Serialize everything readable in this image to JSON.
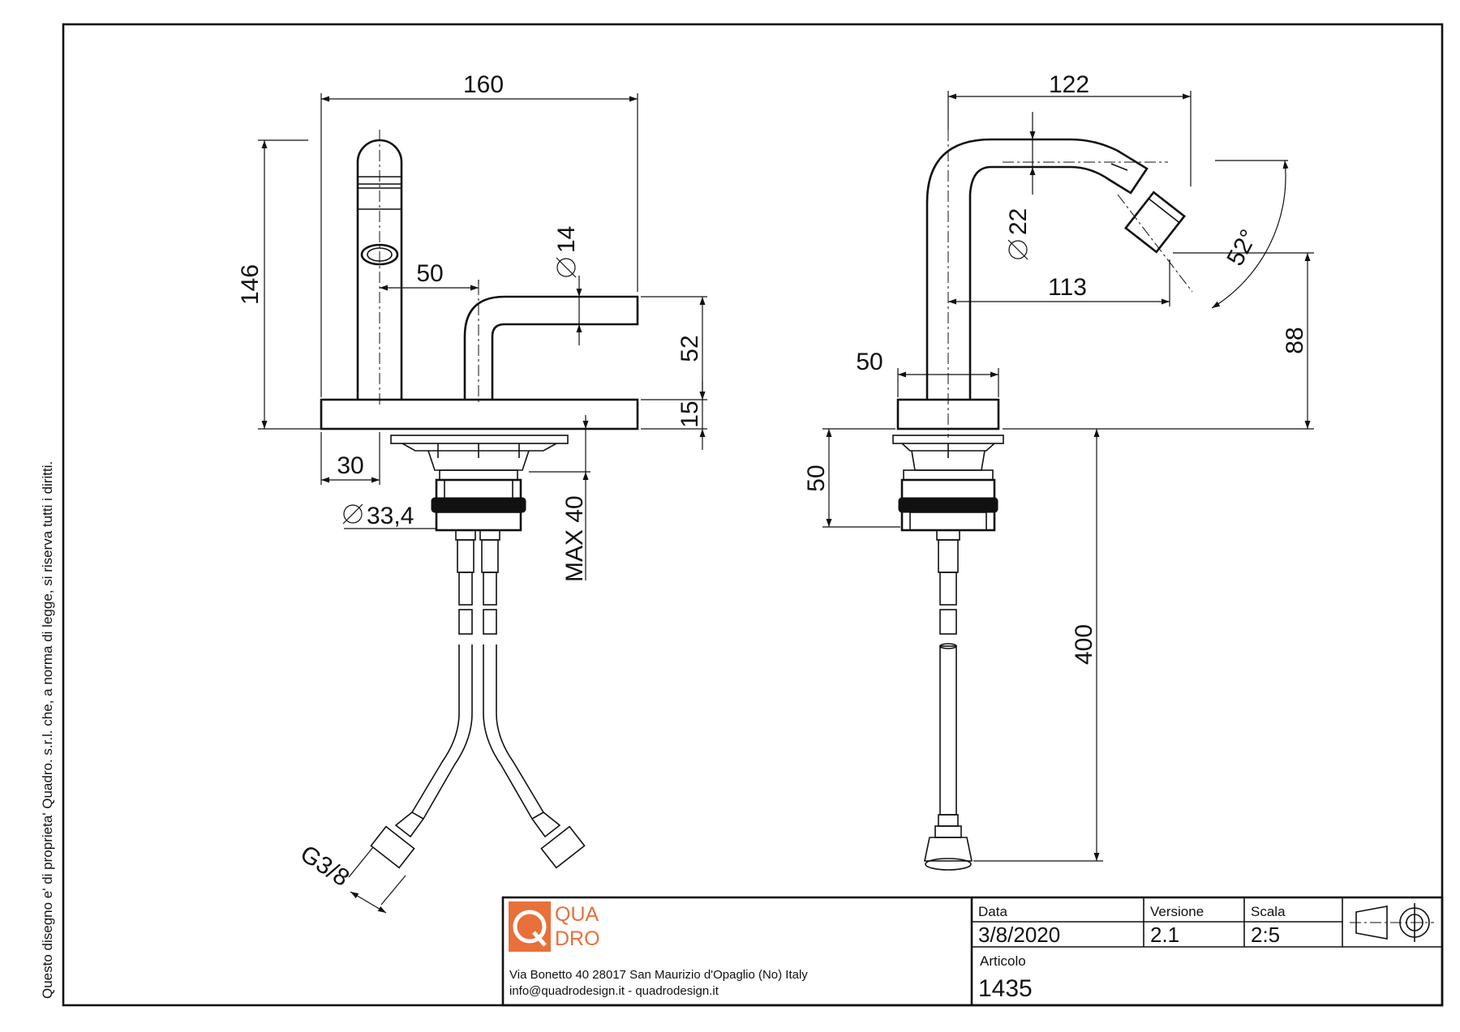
{
  "side_note": "Questo disegno e' di proprieta' Quadro. s.r.l. che, a norma di legge, si riserva tutti i diritti.",
  "front_view": {
    "dims": {
      "width": "160",
      "height": "146",
      "spout_offset": "50",
      "handle_dia": "14",
      "handle_height": "52",
      "base_height": "15",
      "base_left": "30",
      "shank_dia": "33,4",
      "max_thickness": "MAX 40",
      "thread": "G3/8"
    }
  },
  "side_view": {
    "dims": {
      "width": "122",
      "spout_dia": "22",
      "reach": "113",
      "angle": "52°",
      "outlet_height": "88",
      "body_dia": "50",
      "shank_length": "50",
      "hose_length": "400"
    }
  },
  "title_block": {
    "logo_line1": "QUA",
    "logo_line2": "DRO",
    "logo_letter": "Q",
    "address": "Via Bonetto 40  28017 San Maurizio d'Opaglio (No) Italy",
    "contact": "info@quadrodesign.it  -  quadrodesign.it",
    "data_label": "Data",
    "data_value": "3/8/2020",
    "versione_label": "Versione",
    "versione_value": "2.1",
    "scala_label": "Scala",
    "scala_value": "2:5",
    "articolo_label": "Articolo",
    "articolo_value": "1435"
  },
  "colors": {
    "line": "#111111",
    "brand": "#e8703a"
  }
}
